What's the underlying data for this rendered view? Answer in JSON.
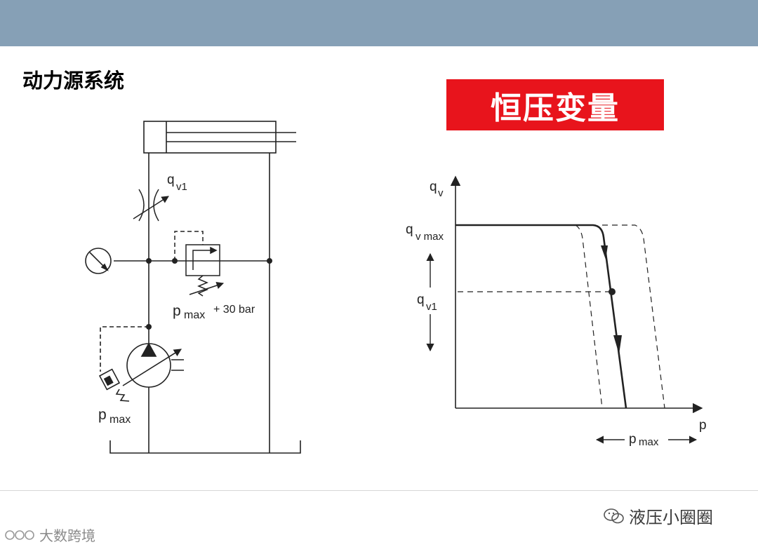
{
  "slide": {
    "title": "动力源系统",
    "badge": "恒压变量"
  },
  "circuit": {
    "label_qv1_main": "q",
    "label_qv1_sub": "v1",
    "label_pmax30_main": "p",
    "label_pmax30_sub": "max",
    "label_pmax30_suffix": "+ 30 bar",
    "label_pmax_main": "p",
    "label_pmax_sub": "max"
  },
  "graph": {
    "y_axis_main": "q",
    "y_axis_sub": "v",
    "x_axis": "p",
    "qvmax_main": "q",
    "qvmax_sub": "v max",
    "qv1_main": "q",
    "qv1_sub": "v1",
    "pmax_main": "p",
    "pmax_sub": "max"
  },
  "watermarks": {
    "right": "液压小圈圈",
    "left": "大数跨境"
  }
}
